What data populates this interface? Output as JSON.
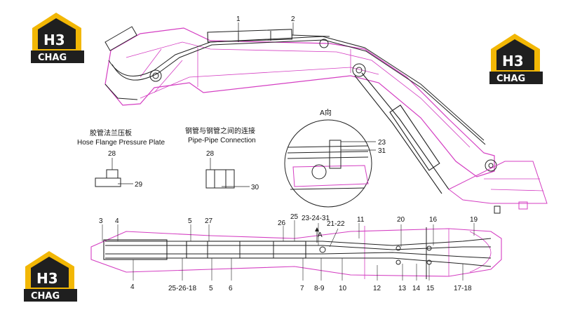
{
  "logo": {
    "mark": "H3",
    "text": "CHAG"
  },
  "view_label": "A向",
  "arrow_label": "A",
  "callouts": {
    "hose_flange_cn": "胶管法兰压板",
    "hose_flange_en": "Hose Flange Pressure Plate",
    "pipe_pipe_cn": "钢管与钢管之间的连接",
    "pipe_pipe_en": "Pipe-Pipe Connection"
  },
  "part_numbers": {
    "p1": "1",
    "p2": "2",
    "p23": "23",
    "p31": "31",
    "p28a": "28",
    "p29": "29",
    "p28b": "28",
    "p30": "30",
    "p3": "3",
    "p4a": "4",
    "p5a": "5",
    "p27": "27",
    "p25": "25",
    "p26": "26",
    "p23_24_31": "23-24-31",
    "p21_22": "21-22",
    "p11": "11",
    "p20": "20",
    "p16": "16",
    "p19": "19",
    "p4b": "4",
    "p25_26_18": "25-26-18",
    "p5b": "5",
    "p6": "6",
    "p7": "7",
    "p8_9": "8-9",
    "p10": "10",
    "p12": "12",
    "p13": "13",
    "p14": "14",
    "p15": "15",
    "p17_18": "17-18"
  },
  "colors": {
    "drawing": "#d43ec2",
    "ink": "#222222",
    "logo_dark": "#1f1f1f",
    "logo_gold": "#f2b705"
  }
}
